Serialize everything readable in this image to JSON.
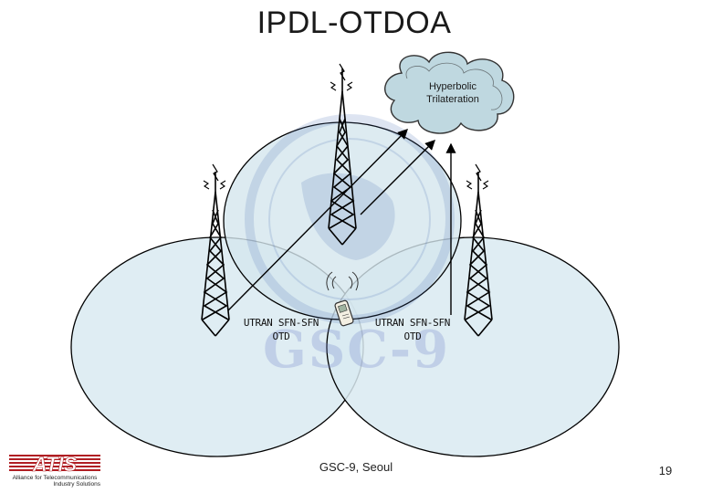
{
  "slide": {
    "title": "IPDL-OTDOA",
    "footer": "GSC-9, Seoul",
    "page_number": "19"
  },
  "cloud": {
    "line1": "Hyperbolic",
    "line2": "Trilateration"
  },
  "measurements": [
    {
      "line1": "UTRAN SFN-SFN",
      "line2": "OTD"
    },
    {
      "line1": "UTRAN SFN-SFN",
      "line2": "OTD"
    }
  ],
  "watermark": "GSC-9",
  "logo": {
    "name": "ATIS",
    "tagline": "Alliance for Telecommunications",
    "subtagline": "Industry Solutions",
    "color": "#b01e23"
  },
  "colors": {
    "cell_fill": "#d9eaf1",
    "cell_stroke": "#000000",
    "cloud_fill": "#bfd8e0",
    "tower": "#000000"
  }
}
